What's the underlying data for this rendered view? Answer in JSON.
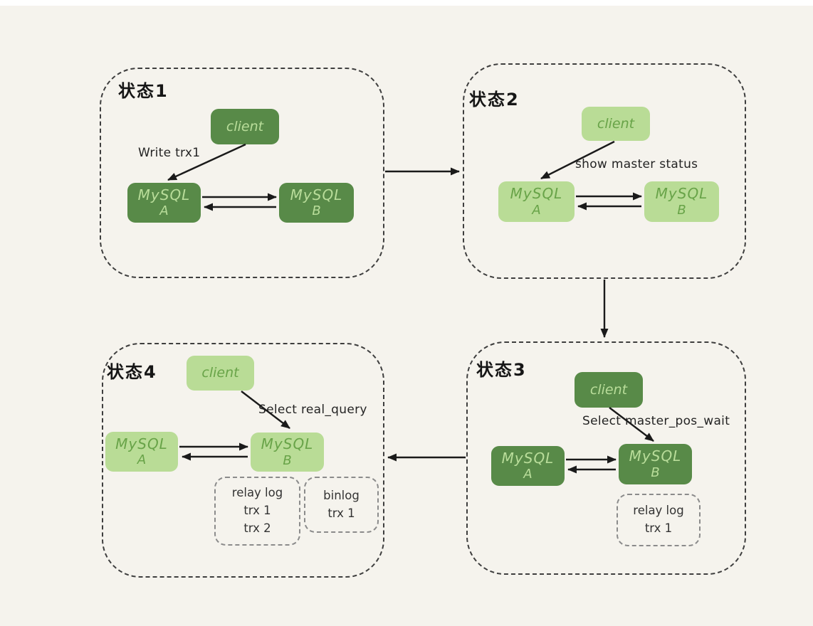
{
  "colors": {
    "background": "#f5f3ed",
    "box_dark_green": "#588a48",
    "box_dark_text": "#b9dd9a",
    "box_light_green": "#b9dc96",
    "box_light_text": "#68a348",
    "arrow_ink": "#1a1a1a"
  },
  "states": [
    {
      "title": "状态1",
      "client_label": "client",
      "action_label": "Write trx1",
      "node_a": {
        "name": "MySQL",
        "id": "A"
      },
      "node_b": {
        "name": "MySQL",
        "id": "B"
      }
    },
    {
      "title": "状态2",
      "client_label": "client",
      "action_label": "show master status",
      "node_a": {
        "name": "MySQL",
        "id": "A"
      },
      "node_b": {
        "name": "MySQL",
        "id": "B"
      }
    },
    {
      "title": "状态3",
      "client_label": "client",
      "action_label": "Select master_pos_wait",
      "node_a": {
        "name": "MySQL",
        "id": "A"
      },
      "node_b": {
        "name": "MySQL",
        "id": "B"
      },
      "logs": [
        {
          "title": "relay log",
          "entries": [
            "trx 1"
          ]
        }
      ]
    },
    {
      "title": "状态4",
      "client_label": "client",
      "action_label": "Select real_query",
      "node_a": {
        "name": "MySQL",
        "id": "A"
      },
      "node_b": {
        "name": "MySQL",
        "id": "B"
      },
      "logs": [
        {
          "title": "relay log",
          "entries": [
            "trx 1",
            "trx 2"
          ]
        },
        {
          "title": "binlog",
          "entries": [
            "trx 1"
          ]
        }
      ]
    }
  ]
}
